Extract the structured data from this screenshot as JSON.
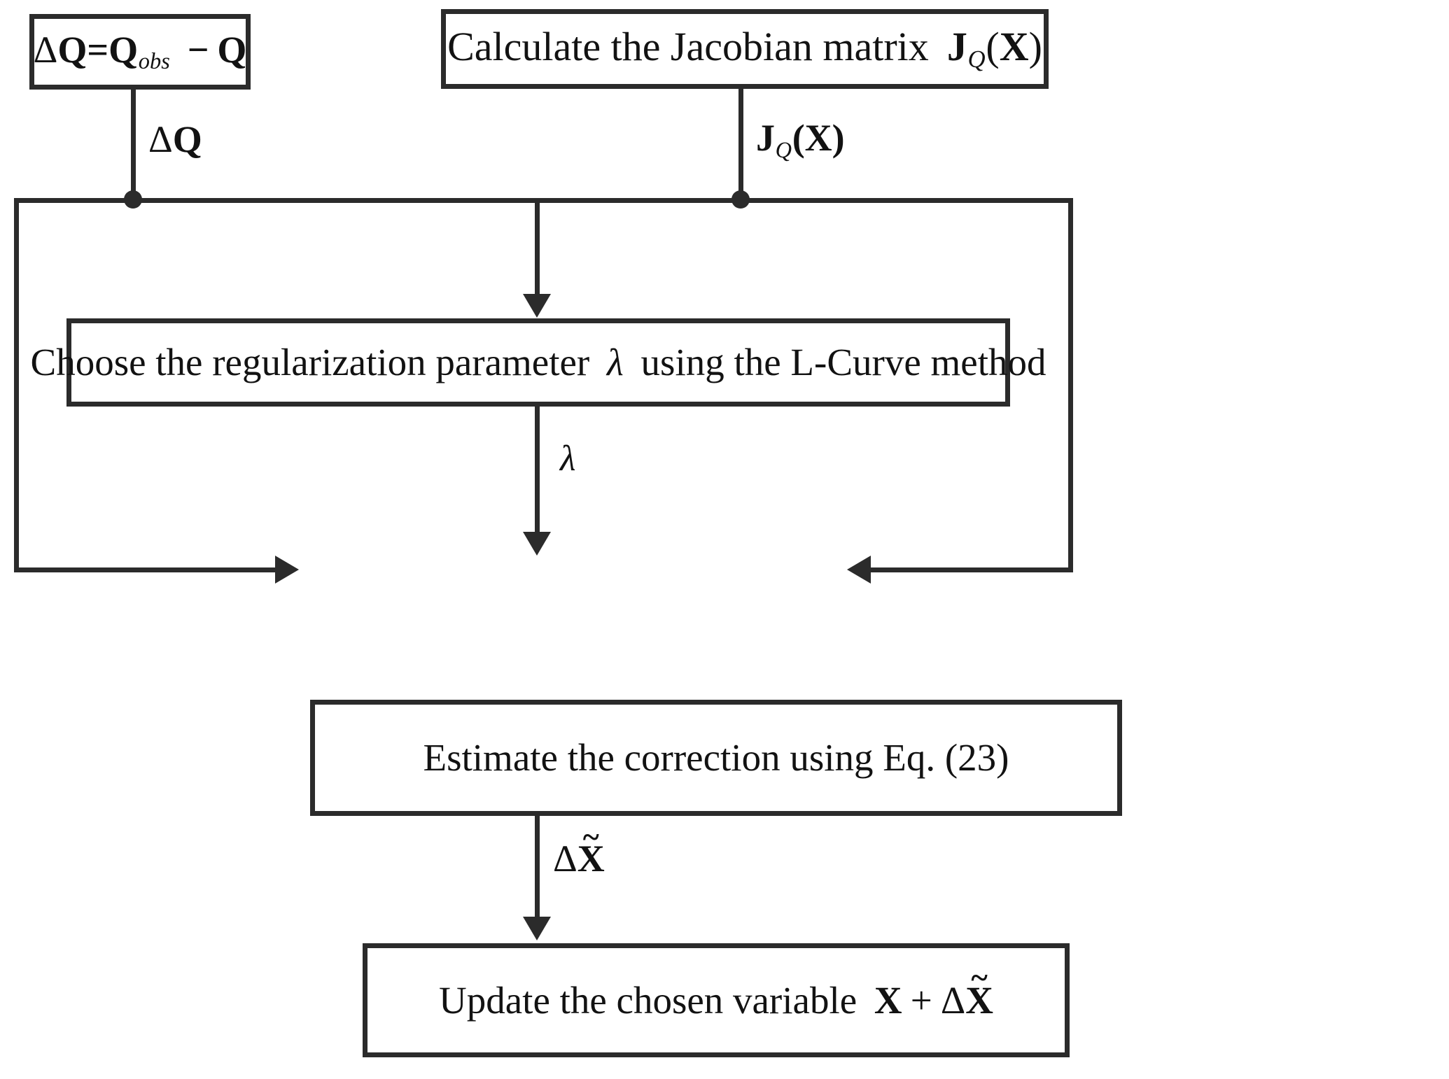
{
  "diagram": {
    "title": "Regularized Gauss-Newton inversion loop flowchart",
    "background_color": "#ffffff",
    "stroke_color": "#2b2b2b",
    "text_color": "#121212"
  },
  "nodes": {
    "delta_q": {
      "text": "ΔQ=Q_obs − Q",
      "parts": {
        "delta": "Δ",
        "q1": "Q",
        "eq": "=",
        "q2": "Q",
        "sub": "obs",
        "minus": "−",
        "q3": "Q"
      }
    },
    "jacobian": {
      "text": "Calculate the Jacobian matrix J_Q(X)",
      "parts": {
        "phrase": "Calculate the Jacobian matrix",
        "j": "J",
        "sub": "Q",
        "paren_open": "(",
        "x": "X",
        "paren_close": ")"
      }
    },
    "lcurve": {
      "text": "Choose the regularization parameter λ using the L-Curve method",
      "parts": {
        "phrase1": "Choose the regularization parameter",
        "lambda": "λ",
        "phrase2": "using the L-Curve method"
      }
    },
    "estimate": {
      "text": "Estimate the correction using Eq. (23)",
      "parts": {
        "phrase": "Estimate the correction using Eq. (23)"
      }
    },
    "update": {
      "text": "Update the chosen variable X+ΔX̃",
      "parts": {
        "phrase": "Update the chosen variable",
        "x": "X",
        "plus": "+",
        "delta": "Δ",
        "x_tilde": "X",
        "tilde": "~"
      }
    }
  },
  "edge_labels": {
    "delta_q": {
      "delta": "Δ",
      "q": "Q"
    },
    "jacobian": {
      "j": "J",
      "sub": "Q",
      "paren_open": "(",
      "x": "X",
      "paren_close": ")"
    },
    "lambda": {
      "lambda": "λ"
    },
    "delta_x_tilde": {
      "delta": "Δ",
      "x": "X",
      "tilde": "~"
    }
  }
}
